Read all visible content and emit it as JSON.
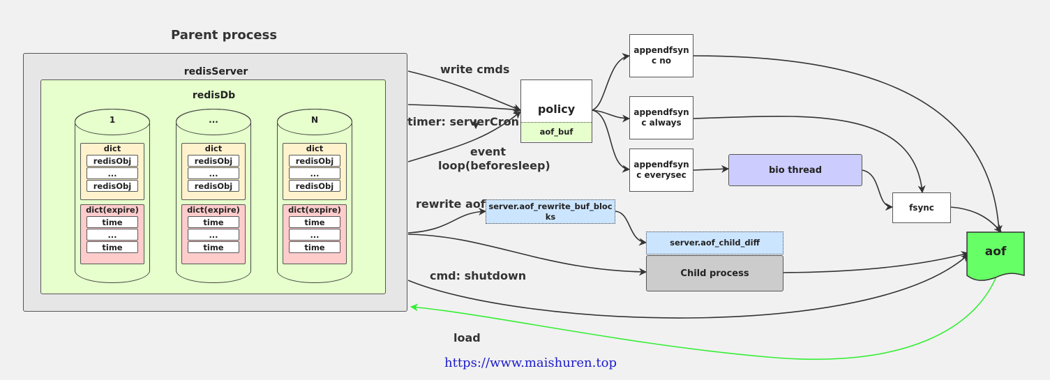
{
  "parent_process_title": "Parent process",
  "redis_server_label": "redisServer",
  "redis_db_label": "redisDb",
  "databases": [
    {
      "label": "1",
      "dict_title": "dict",
      "dict_entries": [
        "redisObj",
        "...",
        "redisObj"
      ],
      "expire_title": "dict(expire)",
      "expire_entries": [
        "time",
        "...",
        "time"
      ]
    },
    {
      "label": "...",
      "dict_title": "dict",
      "dict_entries": [
        "redisObj",
        "...",
        "redisObj"
      ],
      "expire_title": "dict(expire)",
      "expire_entries": [
        "time",
        "...",
        "time"
      ]
    },
    {
      "label": "N",
      "dict_title": "dict",
      "dict_entries": [
        "redisObj",
        "...",
        "redisObj"
      ],
      "expire_title": "dict(expire)",
      "expire_entries": [
        "time",
        "...",
        "time"
      ]
    }
  ],
  "policy": {
    "label": "policy",
    "buffer": "aof_buf"
  },
  "appendfsync": {
    "no": [
      "appendfsyn",
      "c no"
    ],
    "always": [
      "appendfsyn",
      "c always"
    ],
    "everysec": [
      "appendfsyn",
      "c everysec"
    ]
  },
  "bio_thread": "bio thread",
  "fsync": "fsync",
  "rewrite_buffer": [
    "server.aof_rewrite_buf_bloc",
    "ks"
  ],
  "child_diff": "server.aof_child_diff",
  "child_process": "Child process",
  "aof_file": "aof",
  "edge_labels": {
    "write_cmds": "write cmds",
    "timer": "timer: serverCron",
    "event_loop": [
      "event",
      "loop(beforesleep)"
    ],
    "rewrite_aof": "rewrite aof",
    "cmd_shutdown": "cmd: shutdown",
    "load": "load"
  },
  "url": "https://www.maishuren.top",
  "colors": {
    "background": "#f1f1f1",
    "redis_db": "#e6ffcc",
    "dict": "#fff2cc",
    "dict_expire": "#ffcccc",
    "bio_thread": "#ccccff",
    "buffer_blue": "#cce5ff",
    "child_process": "#cccccc",
    "aof_file": "#66ff66",
    "load_arrow": "#33ee33",
    "link": "#1a1acc"
  }
}
